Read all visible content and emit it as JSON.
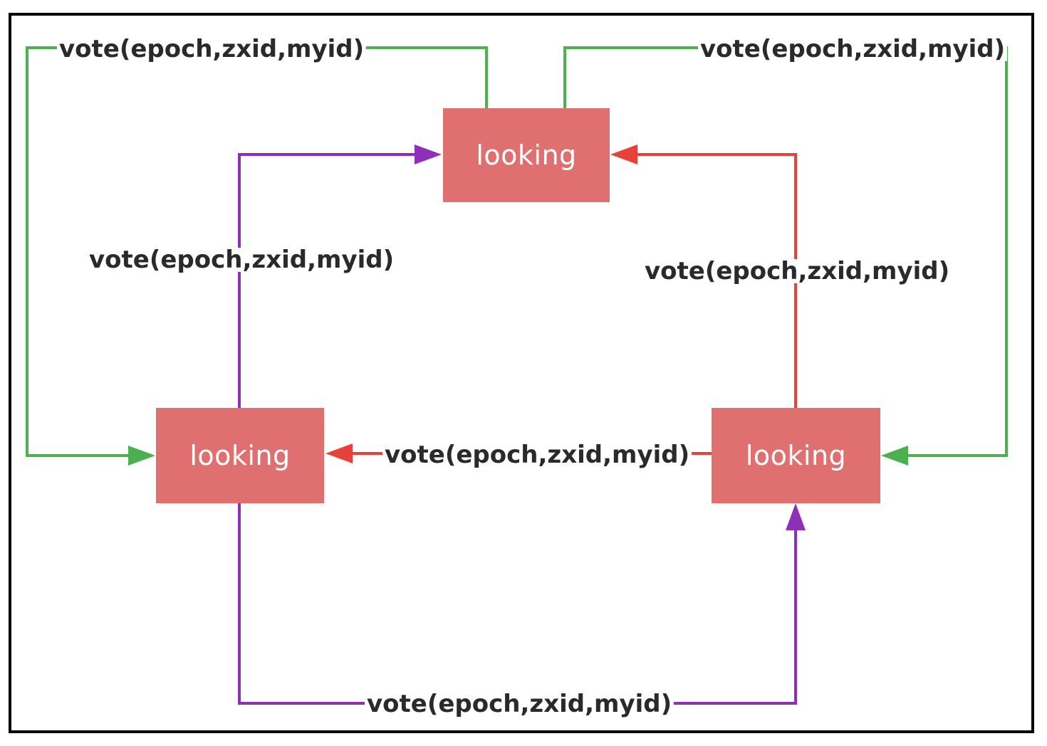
{
  "nodes": {
    "top": "looking",
    "left": "looking",
    "right": "looking"
  },
  "edges": {
    "green_left": "vote(epoch,zxid,myid)",
    "green_right": "vote(epoch,zxid,myid)",
    "purple_left": "vote(epoch,zxid,myid)",
    "red_right": "vote(epoch,zxid,myid)",
    "red_middle": "vote(epoch,zxid,myid)",
    "purple_bottom": "vote(epoch,zxid,myid)"
  },
  "colors": {
    "node_fill": "#e06f6f",
    "node_text": "#ffffff",
    "green": "#4caf50",
    "purple": "#8e2fb8",
    "red": "#e8413a",
    "frame": "#000000",
    "label_text": "#2a2a2a"
  }
}
